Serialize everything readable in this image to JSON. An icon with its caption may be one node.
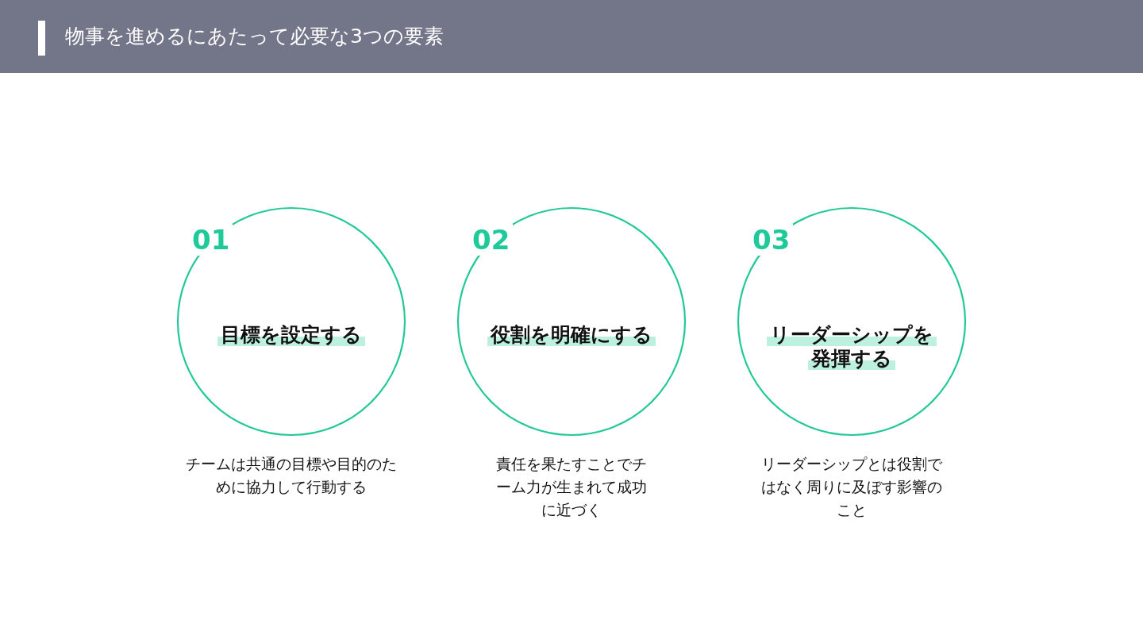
{
  "diagram": {
    "title": "物事を進めるにあたって必要な3つの要素",
    "nodes": [
      {
        "text": [
          "01",
          "目標を設定する"
        ],
        "beside": [
          "チームは共通の目標や目的のために協力して行動する"
        ]
      },
      {
        "text": [
          "02",
          "役割を明確にする"
        ],
        "beside": [
          "責任を果たすことでチーム力が生まれて成功に近づく"
        ]
      },
      {
        "text": [
          "03",
          "リーダーシップを発揮する"
        ],
        "beside": [
          "リーダーシップとは役割ではなく周りに及ぼす影響のこと"
        ]
      }
    ]
  }
}
